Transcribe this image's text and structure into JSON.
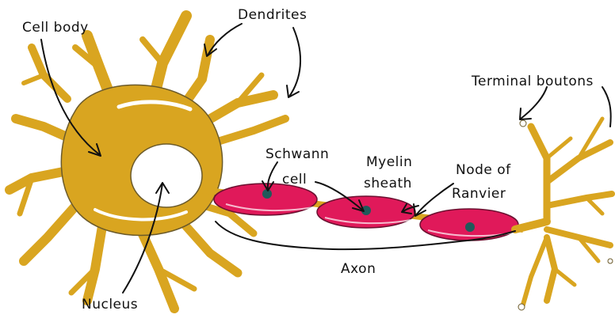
{
  "labels": {
    "cell_body": "Cell body",
    "dendrites": "Dendrites",
    "terminal_boutons": "Terminal boutons",
    "schwann_line1": "Schwann",
    "schwann_line2": "cell",
    "myelin_line1": "Myelin",
    "myelin_line2": "sheath",
    "node_line1": "Node of",
    "node_line2": "Ranvier",
    "axon": "Axon",
    "nucleus": "Nucleus"
  },
  "colors": {
    "cell": "#D9A520",
    "cell_outline": "#6b5a2a",
    "myelin": "#E0195A",
    "schwann_nucleus": "#1f5a5a",
    "text": "#111111"
  }
}
